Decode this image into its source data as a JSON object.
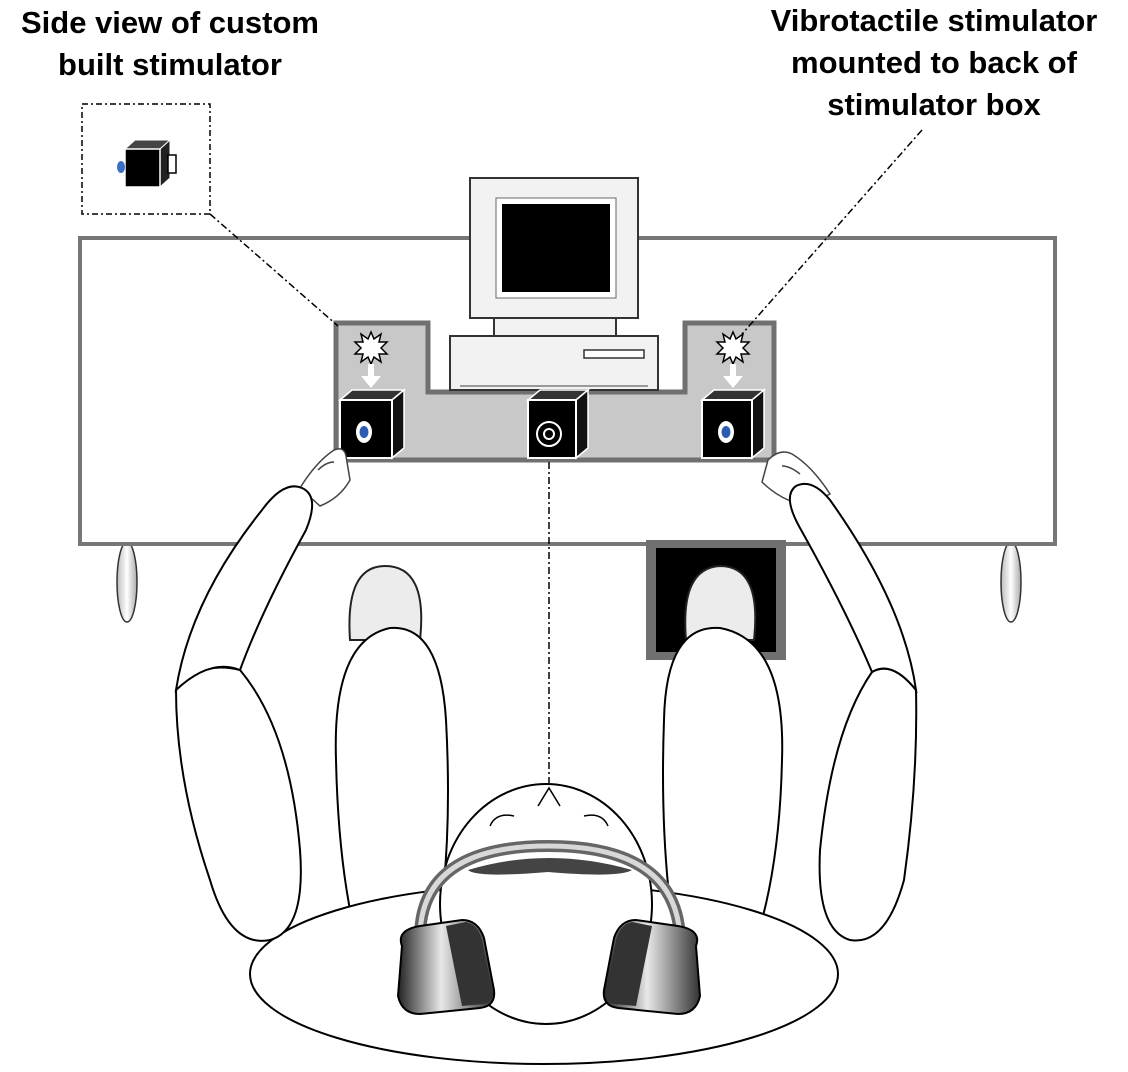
{
  "labels": {
    "side_view": [
      "Side view of custom",
      "built stimulator"
    ],
    "vibrotactile": [
      "Vibrotactile stimulator",
      "mounted to back of",
      "stimulator box"
    ]
  },
  "colors": {
    "line": "#000000",
    "box_fill": "#c8c8c8",
    "box_border": "#707070",
    "screen": "#000000",
    "led_blue": "#2a5db0"
  }
}
